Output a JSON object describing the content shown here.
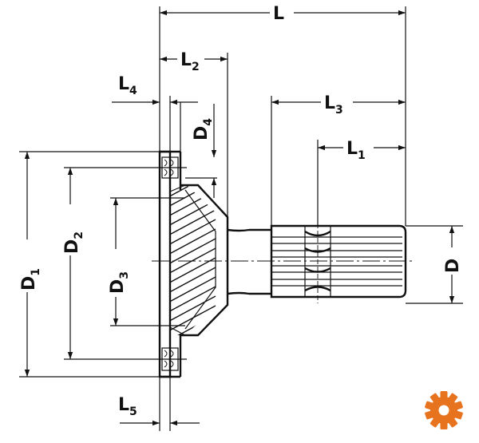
{
  "dimensions": [
    {
      "id": "L",
      "main": "L",
      "sub": ""
    },
    {
      "id": "L2",
      "main": "L",
      "sub": "2"
    },
    {
      "id": "L4",
      "main": "L",
      "sub": "4"
    },
    {
      "id": "L3",
      "main": "L",
      "sub": "3"
    },
    {
      "id": "L1",
      "main": "L",
      "sub": "1"
    },
    {
      "id": "D4",
      "main": "D",
      "sub": "4"
    },
    {
      "id": "D1",
      "main": "D",
      "sub": "1"
    },
    {
      "id": "D2",
      "main": "D",
      "sub": "2"
    },
    {
      "id": "D3",
      "main": "D",
      "sub": "3"
    },
    {
      "id": "D",
      "main": "D",
      "sub": ""
    },
    {
      "id": "L5",
      "main": "L",
      "sub": "5"
    }
  ],
  "logo": {
    "icon": "gear-icon",
    "color": "#e8731e"
  }
}
